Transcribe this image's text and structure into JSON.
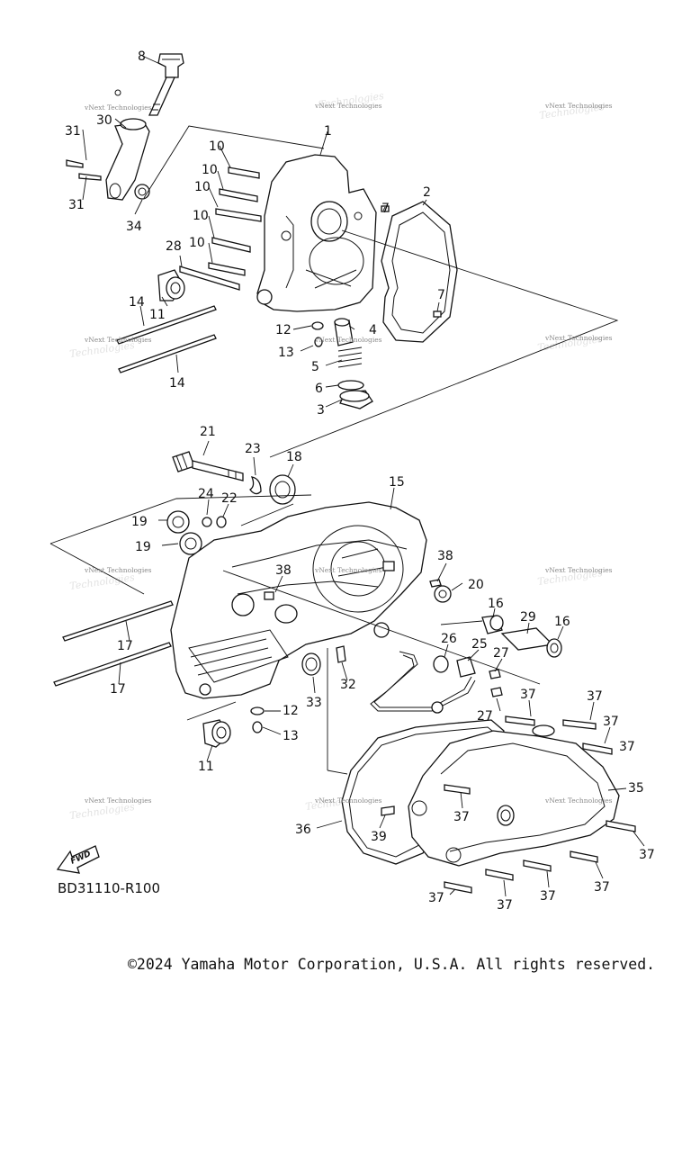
{
  "diagram": {
    "reference_code": "BD31110-R100",
    "copyright": "©2024 Yamaha Motor Corporation, U.S.A. All rights reserved.",
    "fwd_label": "FWD",
    "watermark": "vNext Technologies",
    "callouts": [
      {
        "id": "c8",
        "text": "8"
      },
      {
        "id": "c31a",
        "text": "31"
      },
      {
        "id": "c30",
        "text": "30"
      },
      {
        "id": "c31b",
        "text": "31"
      },
      {
        "id": "c34",
        "text": "34"
      },
      {
        "id": "c1",
        "text": "1"
      },
      {
        "id": "c10a",
        "text": "10"
      },
      {
        "id": "c10b",
        "text": "10"
      },
      {
        "id": "c10c",
        "text": "10"
      },
      {
        "id": "c10d",
        "text": "10"
      },
      {
        "id": "c10e",
        "text": "10"
      },
      {
        "id": "c28",
        "text": "28"
      },
      {
        "id": "c7a",
        "text": "7"
      },
      {
        "id": "c2",
        "text": "2"
      },
      {
        "id": "c7b",
        "text": "7"
      },
      {
        "id": "c14a",
        "text": "14"
      },
      {
        "id": "c11a",
        "text": "11"
      },
      {
        "id": "c12a",
        "text": "12"
      },
      {
        "id": "c4",
        "text": "4"
      },
      {
        "id": "c13a",
        "text": "13"
      },
      {
        "id": "c5",
        "text": "5"
      },
      {
        "id": "c6",
        "text": "6"
      },
      {
        "id": "c3",
        "text": "3"
      },
      {
        "id": "c14b",
        "text": "14"
      },
      {
        "id": "c21",
        "text": "21"
      },
      {
        "id": "c23",
        "text": "23"
      },
      {
        "id": "c18",
        "text": "18"
      },
      {
        "id": "c15",
        "text": "15"
      },
      {
        "id": "c24",
        "text": "24"
      },
      {
        "id": "c22",
        "text": "22"
      },
      {
        "id": "c19a",
        "text": "19"
      },
      {
        "id": "c19b",
        "text": "19"
      },
      {
        "id": "c38a",
        "text": "38"
      },
      {
        "id": "c38b",
        "text": "38"
      },
      {
        "id": "c20",
        "text": "20"
      },
      {
        "id": "c16a",
        "text": "16"
      },
      {
        "id": "c29",
        "text": "29"
      },
      {
        "id": "c16b",
        "text": "16"
      },
      {
        "id": "c17a",
        "text": "17"
      },
      {
        "id": "c26",
        "text": "26"
      },
      {
        "id": "c25",
        "text": "25"
      },
      {
        "id": "c27a",
        "text": "27"
      },
      {
        "id": "c17b",
        "text": "17"
      },
      {
        "id": "c32",
        "text": "32"
      },
      {
        "id": "c33",
        "text": "33"
      },
      {
        "id": "c37a",
        "text": "37"
      },
      {
        "id": "c37b",
        "text": "37"
      },
      {
        "id": "c27b",
        "text": "27"
      },
      {
        "id": "c37c",
        "text": "37"
      },
      {
        "id": "c12b",
        "text": "12"
      },
      {
        "id": "c13b",
        "text": "13"
      },
      {
        "id": "c11b",
        "text": "11"
      },
      {
        "id": "c35",
        "text": "35"
      },
      {
        "id": "c37d",
        "text": "37"
      },
      {
        "id": "c36",
        "text": "36"
      },
      {
        "id": "c39",
        "text": "39"
      },
      {
        "id": "c37e",
        "text": "37"
      },
      {
        "id": "c37f",
        "text": "37"
      },
      {
        "id": "c37g",
        "text": "37"
      },
      {
        "id": "c37h",
        "text": "37"
      },
      {
        "id": "c37i",
        "text": "37"
      },
      {
        "id": "c37j",
        "text": "37"
      }
    ]
  }
}
